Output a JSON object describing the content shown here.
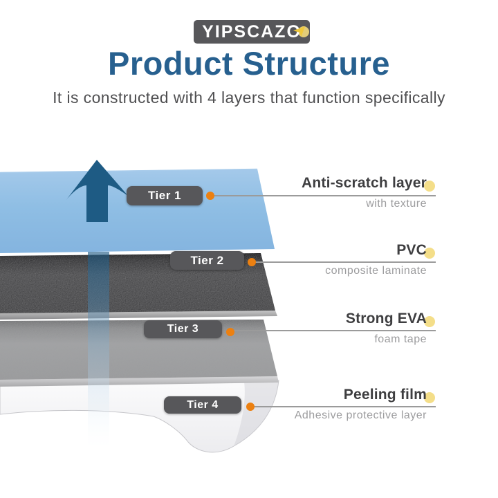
{
  "logo": {
    "text": "YIPSCAZO"
  },
  "header": {
    "title": "Product Structure",
    "subtitle": "It is constructed with 4 layers that function specifically"
  },
  "tiers": [
    {
      "badge": "Tier 1"
    },
    {
      "badge": "Tier 2"
    },
    {
      "badge": "Tier 3"
    },
    {
      "badge": "Tier 4"
    }
  ],
  "callouts": [
    {
      "heading": "Anti-scratch layer",
      "sub": "with texture"
    },
    {
      "heading": "PVC",
      "sub": "composite laminate"
    },
    {
      "heading": "Strong EVA",
      "sub": "foam tape"
    },
    {
      "heading": "Peeling film",
      "sub": "Adhesive protective layer"
    }
  ],
  "colors": {
    "title_blue": "#27608F",
    "layer_blue": "#8FBEE4",
    "badge_gray": "#57575A",
    "accent_orange": "#EC8011",
    "accent_yellow": "#F3DA7C"
  }
}
